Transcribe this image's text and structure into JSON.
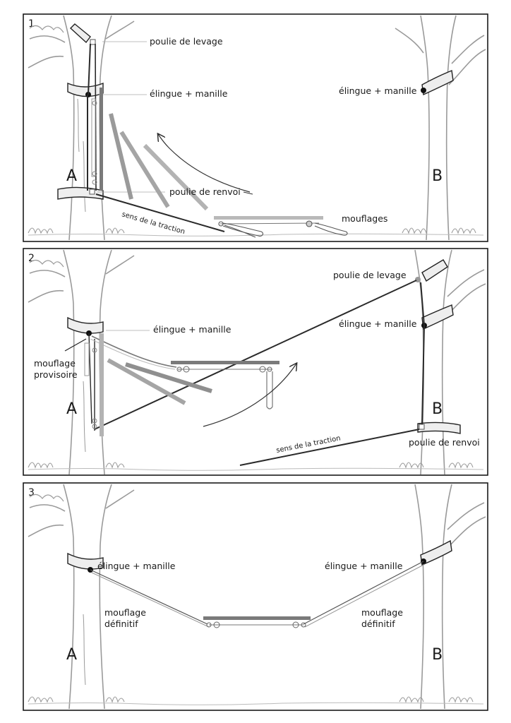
{
  "panels": [
    {
      "number": "1",
      "tree_a": "A",
      "tree_b": "B",
      "labels": {
        "lift_pulley": "poulie de levage",
        "sling_a": "élingue + manille",
        "sling_b": "élingue + manille",
        "redirect_pulley": "poulie de renvoi",
        "pull_direction": "sens de la traction",
        "tackles": "mouflages"
      }
    },
    {
      "number": "2",
      "tree_a": "A",
      "tree_b": "B",
      "labels": {
        "lift_pulley": "poulie de levage",
        "sling_a": "élingue + manille",
        "sling_b": "élingue + manille",
        "temp_tackle_1": "mouflage",
        "temp_tackle_2": "provisoire",
        "redirect_pulley": "poulie de renvoi",
        "pull_direction": "sens de la traction"
      }
    },
    {
      "number": "3",
      "tree_a": "A",
      "tree_b": "B",
      "labels": {
        "sling_a": "élingue + manille",
        "sling_b": "élingue + manille",
        "final_tackle_a_1": "mouflage",
        "final_tackle_a_2": "définitif",
        "final_tackle_b_1": "mouflage",
        "final_tackle_b_2": "définitif"
      }
    }
  ],
  "colors": {
    "frame": "#1a1a1a",
    "tree": "#9a9a9a",
    "rope": "#2a2a2a",
    "beam_dark": "#7a7a7a",
    "beam_light": "#b3b3b3"
  }
}
